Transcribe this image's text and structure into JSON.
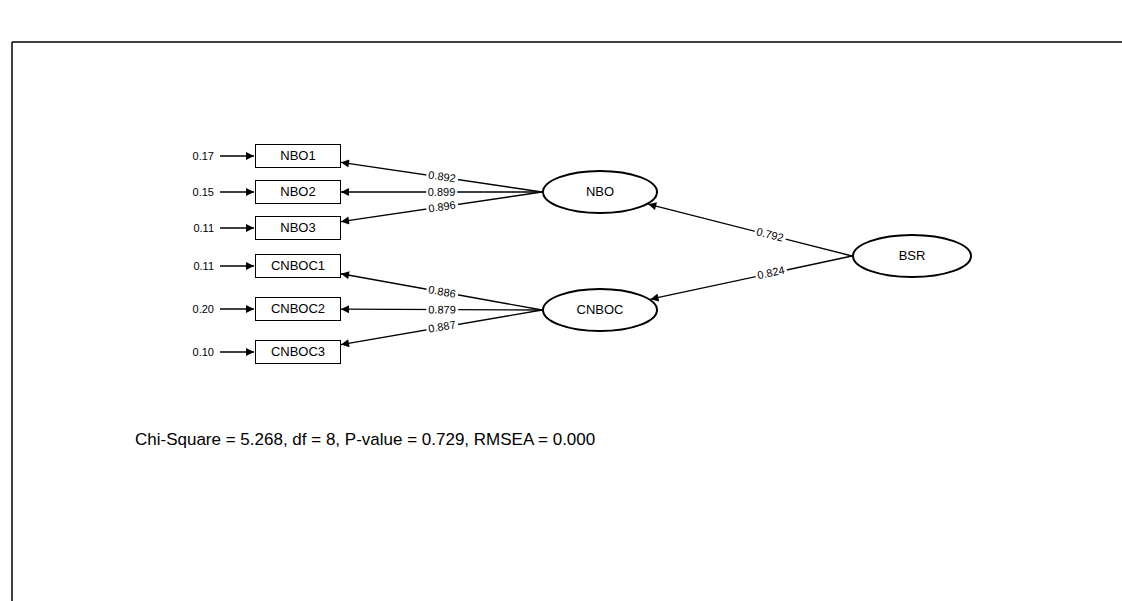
{
  "diagram": {
    "nodes": [
      {
        "text": [
          "NBO1"
        ]
      },
      {
        "text": [
          "NBO2"
        ]
      },
      {
        "text": [
          "NBO3"
        ]
      },
      {
        "text": [
          "CNBOC1"
        ]
      },
      {
        "text": [
          "CNBOC2"
        ]
      },
      {
        "text": [
          "CNBOC3"
        ]
      },
      {
        "text": [
          "NBO"
        ]
      },
      {
        "text": [
          "CNBOC"
        ]
      },
      {
        "text": [
          "BSR"
        ]
      }
    ],
    "edges": [
      {
        "from": 6,
        "to": 0,
        "label": "0.892",
        "arrow": "to"
      },
      {
        "from": 6,
        "to": 1,
        "label": "0.899",
        "arrow": "to"
      },
      {
        "from": 6,
        "to": 2,
        "label": "0.896",
        "arrow": "to"
      },
      {
        "from": 7,
        "to": 3,
        "label": "0.886",
        "arrow": "to"
      },
      {
        "from": 7,
        "to": 4,
        "label": "0.879",
        "arrow": "to"
      },
      {
        "from": 7,
        "to": 5,
        "label": "0.887",
        "arrow": "to"
      },
      {
        "from": 8,
        "to": 6,
        "label": "0.792",
        "arrow": "to"
      },
      {
        "from": 8,
        "to": 7,
        "label": "0.824",
        "arrow": "to"
      }
    ],
    "labels": [
      "0.17",
      "0.15",
      "0.11",
      "0.11",
      "0.20",
      "0.10",
      "Chi-Square = 5.268, df = 8, P-value = 0.729, RMSEA = 0.000"
    ]
  }
}
